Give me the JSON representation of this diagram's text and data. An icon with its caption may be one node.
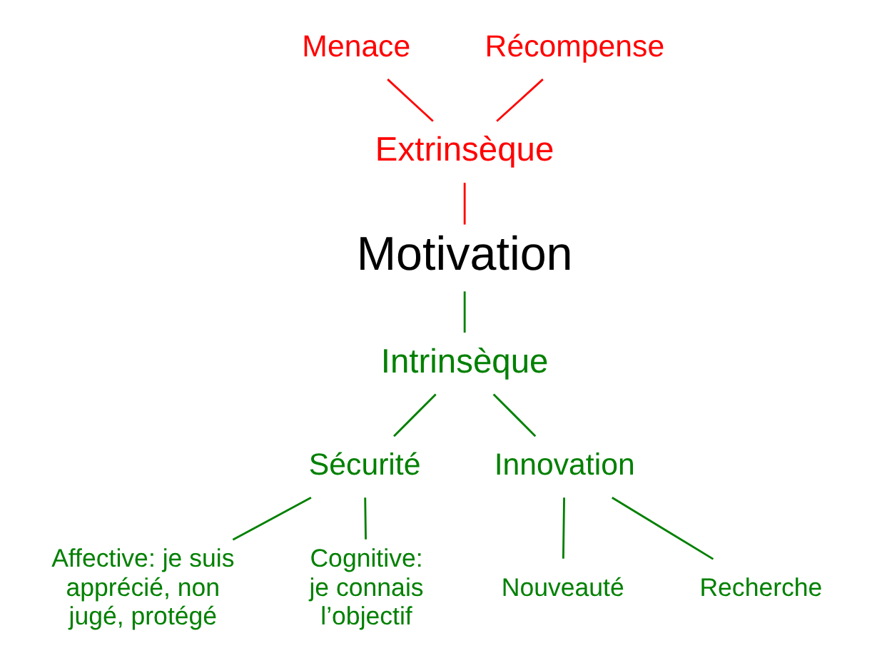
{
  "diagram": {
    "nodes": [
      {
        "text": [
          "Menace"
        ]
      },
      {
        "text": [
          "Récompense"
        ]
      },
      {
        "text": [
          "Extrinsèque"
        ]
      },
      {
        "text": [
          "Motivation"
        ]
      },
      {
        "text": [
          "Intrinsèque"
        ]
      },
      {
        "text": [
          "Sécurité"
        ]
      },
      {
        "text": [
          "Innovation"
        ]
      },
      {
        "text": [
          "Affective: je suis apprécié, non jugé, protégé"
        ]
      },
      {
        "text": [
          "Cognitive: je connais l’objectif"
        ]
      },
      {
        "text": [
          "Nouveauté"
        ]
      },
      {
        "text": [
          "Recherche"
        ]
      }
    ],
    "edges": [
      {
        "from": 0,
        "to": 2,
        "arrow": "none",
        "color": "#ff0000"
      },
      {
        "from": 1,
        "to": 2,
        "arrow": "none",
        "color": "#ff0000"
      },
      {
        "from": 2,
        "to": 3,
        "arrow": "none",
        "color": "#ff0000"
      },
      {
        "from": 3,
        "to": 4,
        "arrow": "none"
      },
      {
        "from": 4,
        "to": 5,
        "arrow": "none"
      },
      {
        "from": 4,
        "to": 6,
        "arrow": "none"
      },
      {
        "from": 5,
        "to": 7,
        "arrow": "none"
      },
      {
        "from": 5,
        "to": 8,
        "arrow": "none"
      },
      {
        "from": 6,
        "to": 9,
        "arrow": "none"
      },
      {
        "from": 6,
        "to": 10,
        "arrow": "none"
      }
    ]
  }
}
